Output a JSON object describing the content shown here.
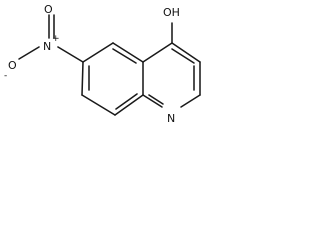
{
  "molecule": {
    "labels": {
      "oh": "OH",
      "nitro_n": "N",
      "nitro_plus": "+",
      "nitro_o_top": "O",
      "nitro_o_left": "O",
      "nitro_minus": "-",
      "ring_n": "N"
    }
  }
}
